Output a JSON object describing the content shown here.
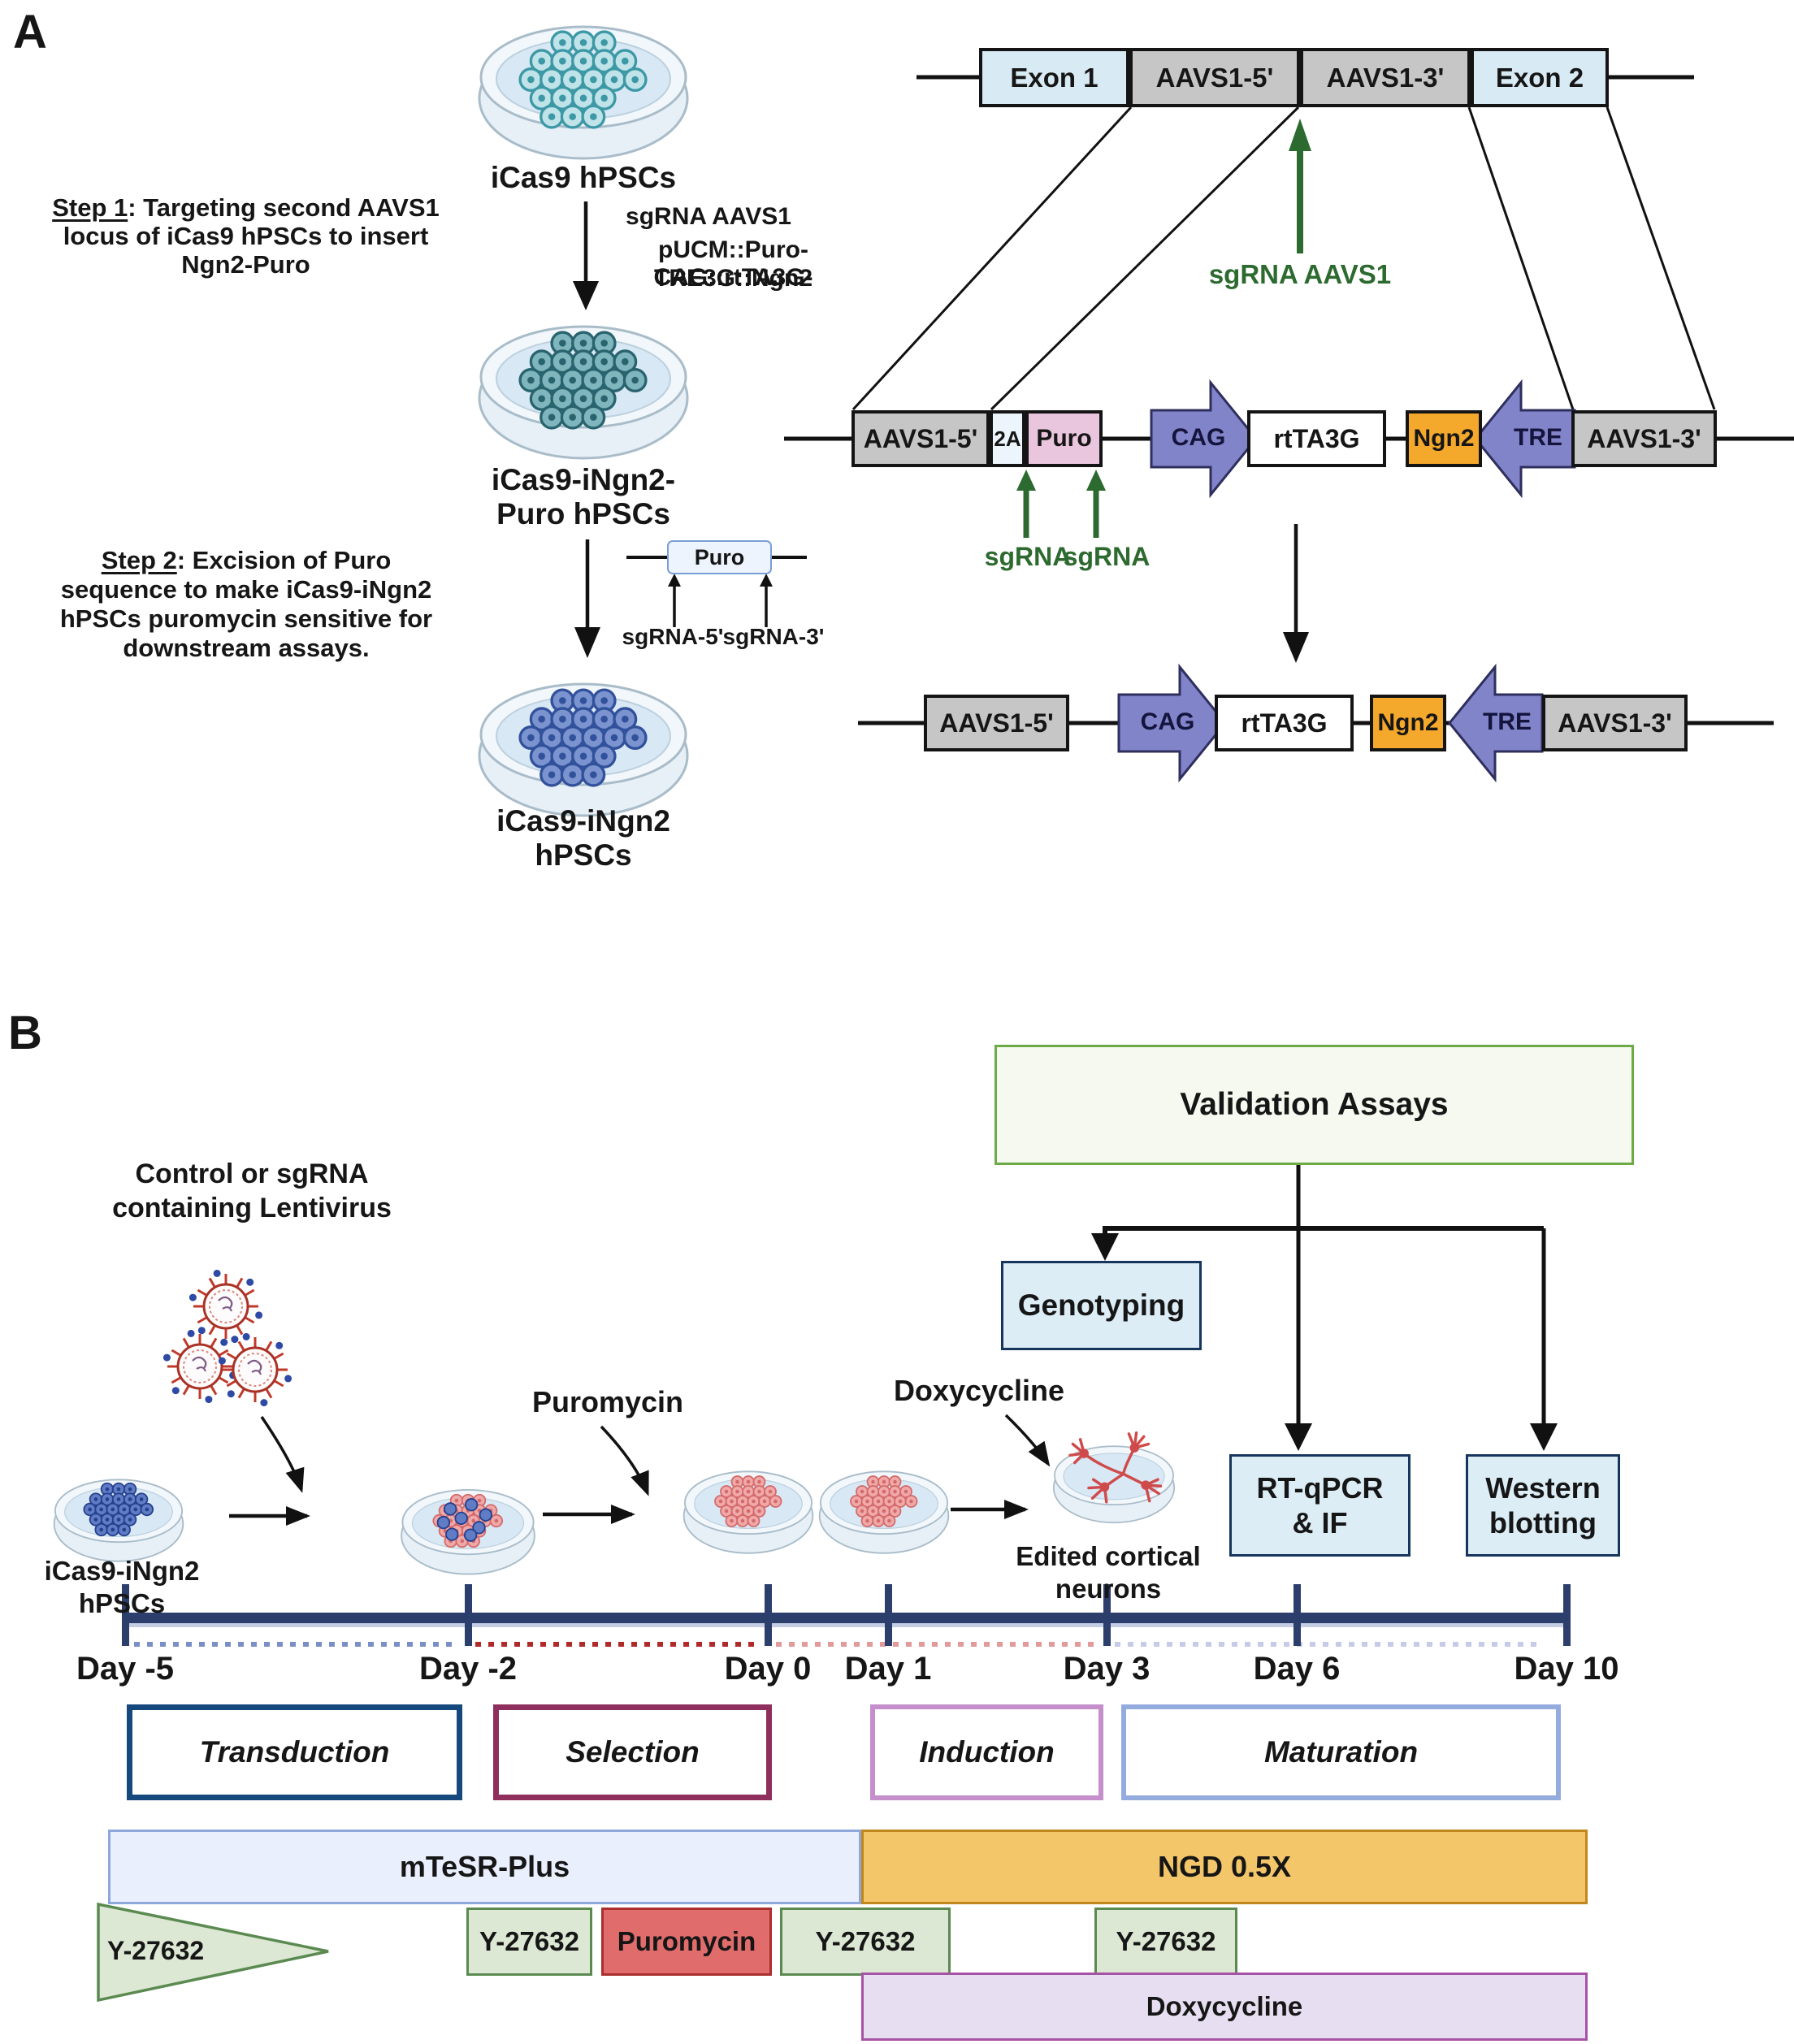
{
  "panel_a": {
    "label": "A",
    "step1": {
      "head": "Step 1",
      "rest": ": Targeting second AAVS1",
      "line2": "locus of iCas9 hPSCs to insert",
      "line3": "Ngn2-Puro"
    },
    "step2": {
      "head": "Step 2",
      "rest": ": Excision of Puro",
      "line2": "sequence to make iCas9-iNgn2",
      "line3": "hPSCs puromycin sensitive for",
      "line4": "downstream assays."
    },
    "dish1_label": "iCas9 hPSCs",
    "vector": {
      "line1": "sgRNA AAVS1",
      "line2": "pUCM::Puro-CAG::rtTA3G-",
      "line3": "TRE3G::Ngn2"
    },
    "dish2_label": {
      "line1": "iCas9-iNgn2-",
      "line2": "Puro hPSCs"
    },
    "dish3_label": {
      "line1": "iCas9-iNgn2",
      "line2": "hPSCs"
    },
    "excision": {
      "puro": "Puro",
      "sg5": "sgRNA-5'",
      "sg3": "sgRNA-3'"
    },
    "locus_top": {
      "exon1": "Exon 1",
      "aavs1_5": "AAVS1-5'",
      "aavs1_3": "AAVS1-3'",
      "exon2": "Exon 2",
      "sgrna": "sgRNA AAVS1"
    },
    "locus_mid": {
      "aavs1_5": "AAVS1-5'",
      "p2a": "2A",
      "puro": "Puro",
      "cag": "CAG",
      "rtta3g": "rtTA3G",
      "ngn2": "Ngn2",
      "tre": "TRE",
      "aavs1_3": "AAVS1-3'",
      "sgrna_left": "sgRNA",
      "sgrna_right": "sgRNA"
    },
    "locus_bottom": {
      "aavs1_5": "AAVS1-5'",
      "cag": "CAG",
      "rtta3g": "rtTA3G",
      "ngn2": "Ngn2",
      "tre": "TRE",
      "aavs1_3": "AAVS1-3'"
    }
  },
  "panel_b": {
    "label": "B",
    "lentivirus": {
      "line1": "Control or sgRNA",
      "line2": "containing Lentivirus"
    },
    "puromycin_label": "Puromycin",
    "doxycycline_label": "Doxycycline",
    "hpsc_label": {
      "line1": "iCas9-iNgn2",
      "line2": "hPSCs"
    },
    "neurons_label": {
      "line1": "Edited cortical",
      "line2": "neurons"
    },
    "validation": "Validation Assays",
    "genotyping": "Genotyping",
    "rt_qpcr": {
      "line1": "RT-qPCR",
      "line2": "& IF"
    },
    "western": {
      "line1": "Western",
      "line2": "blotting"
    },
    "timeline": {
      "days": [
        "Day -5",
        "Day -2",
        "Day 0",
        "Day 1",
        "Day 3",
        "Day 6",
        "Day 10"
      ]
    },
    "phases": [
      "Transduction",
      "Selection",
      "Induction",
      "Maturation"
    ],
    "media": [
      "mTeSR-Plus",
      "NGD 0.5X"
    ],
    "supplements": {
      "y_tri": "Y-27632",
      "y2": "Y-27632",
      "puro": "Puromycin",
      "y3": "Y-27632",
      "y4": "Y-27632",
      "dox": "Doxycycline"
    }
  },
  "colors": {
    "navy": "#2c3e6b",
    "green_accent": "#2d6a2f",
    "validation_border": "#6cab47",
    "purple_arrow": "#8184c9",
    "orange": "#f4a82c",
    "transduction": "#15497e",
    "selection": "#8e2f5d",
    "induction": "#c58fcb",
    "maturation": "#94abde",
    "mtesr_fill": "#e9effc",
    "ngd_fill": "#f4c66a",
    "y_fill": "#dce8d4",
    "puromycin_fill": "#e06c6c",
    "dox_fill": "#e7def1"
  }
}
